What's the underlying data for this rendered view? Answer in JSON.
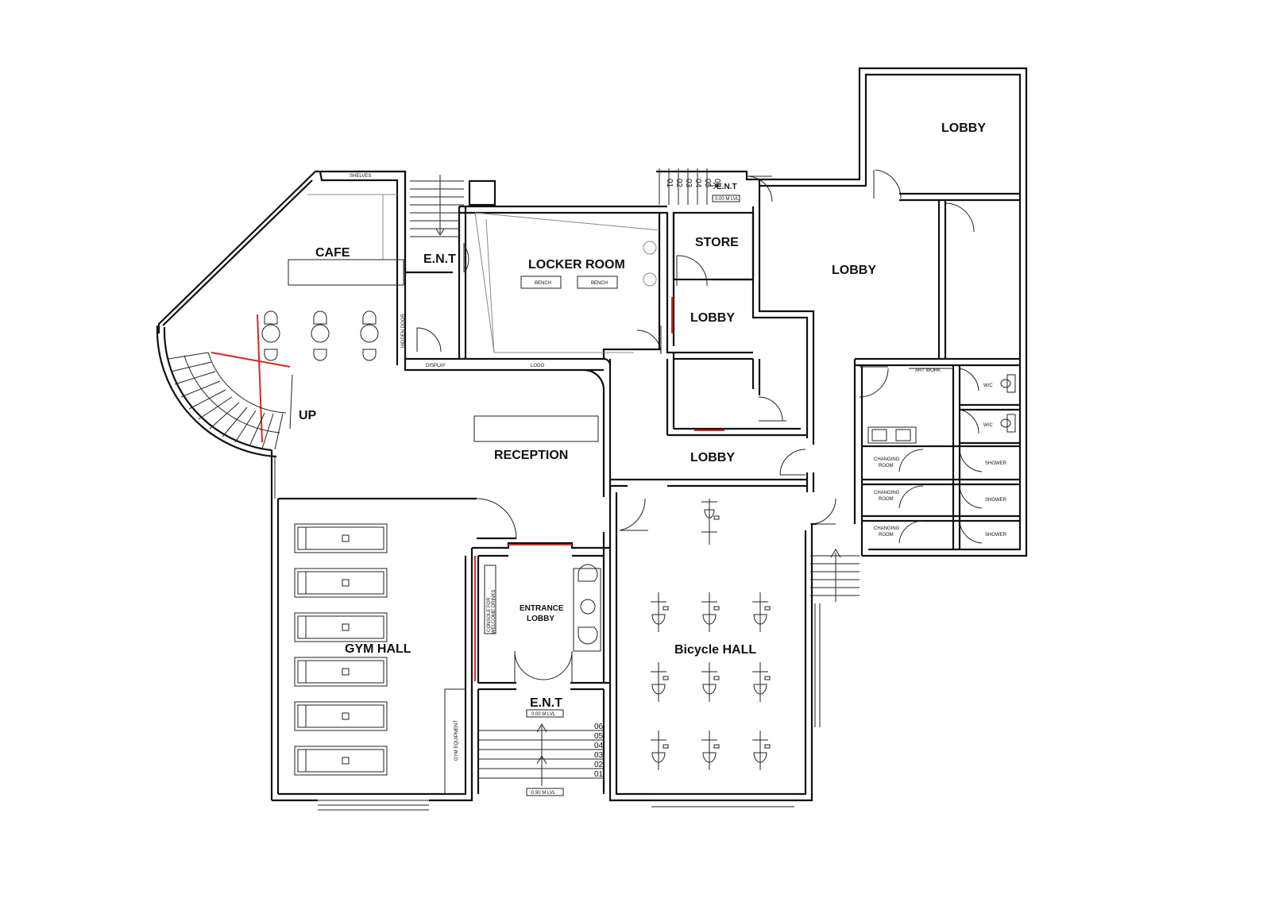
{
  "rooms": {
    "cafe": "CAFE",
    "ent_top": "E.N.T",
    "locker_room": "LOCKER ROOM",
    "store": "STORE",
    "lobby_top_right": "LOBBY",
    "lobby_right": "LOBBY",
    "lobby_mid": "LOBBY",
    "lobby_lower": "LOBBY",
    "reception": "RECEPTION",
    "up": "UP",
    "gym_hall": "GYM HALL",
    "entrance_lobby_line1": "ENTRANCE",
    "entrance_lobby_line2": "LOBBY",
    "ent_bottom": "E.N.T",
    "bicycle_hall": "Bicycle HALL",
    "ent_stair_top": "E.N.T"
  },
  "small_labels": {
    "shelves": "SHELVES",
    "bench1": "BENCH",
    "bench2": "BENCH",
    "display": "DISPLAY",
    "logo": "LOGO",
    "hidden_door": "HIDDEN DOOR",
    "art_work": "ART WORK",
    "wc1": "W/C",
    "wc2": "W/C",
    "changing1": [
      "CHANGING",
      "ROOM"
    ],
    "changing2": [
      "CHANGING",
      "ROOM"
    ],
    "changing3": [
      "CHANGING",
      "ROOM"
    ],
    "shower1": "SHOWER",
    "shower2": "SHOWER",
    "shower3": "SHOWER",
    "console": [
      "CONSOLE FOR",
      "WELCOME DRINKS"
    ],
    "gym_equipment": "GYM EQUIPMENT",
    "level_top": "0.00 M LVL",
    "level_bottom": "-0.90 M LVL",
    "level_ent_top": "0.00 M LVL"
  },
  "stair_numbers_bottom": [
    "06",
    "05",
    "04",
    "03",
    "02",
    "01"
  ],
  "stair_numbers_top": [
    "01",
    "02",
    "03",
    "04",
    "05",
    "06"
  ],
  "colors": {
    "wall": "#111111",
    "highlight": "#e0261f"
  }
}
